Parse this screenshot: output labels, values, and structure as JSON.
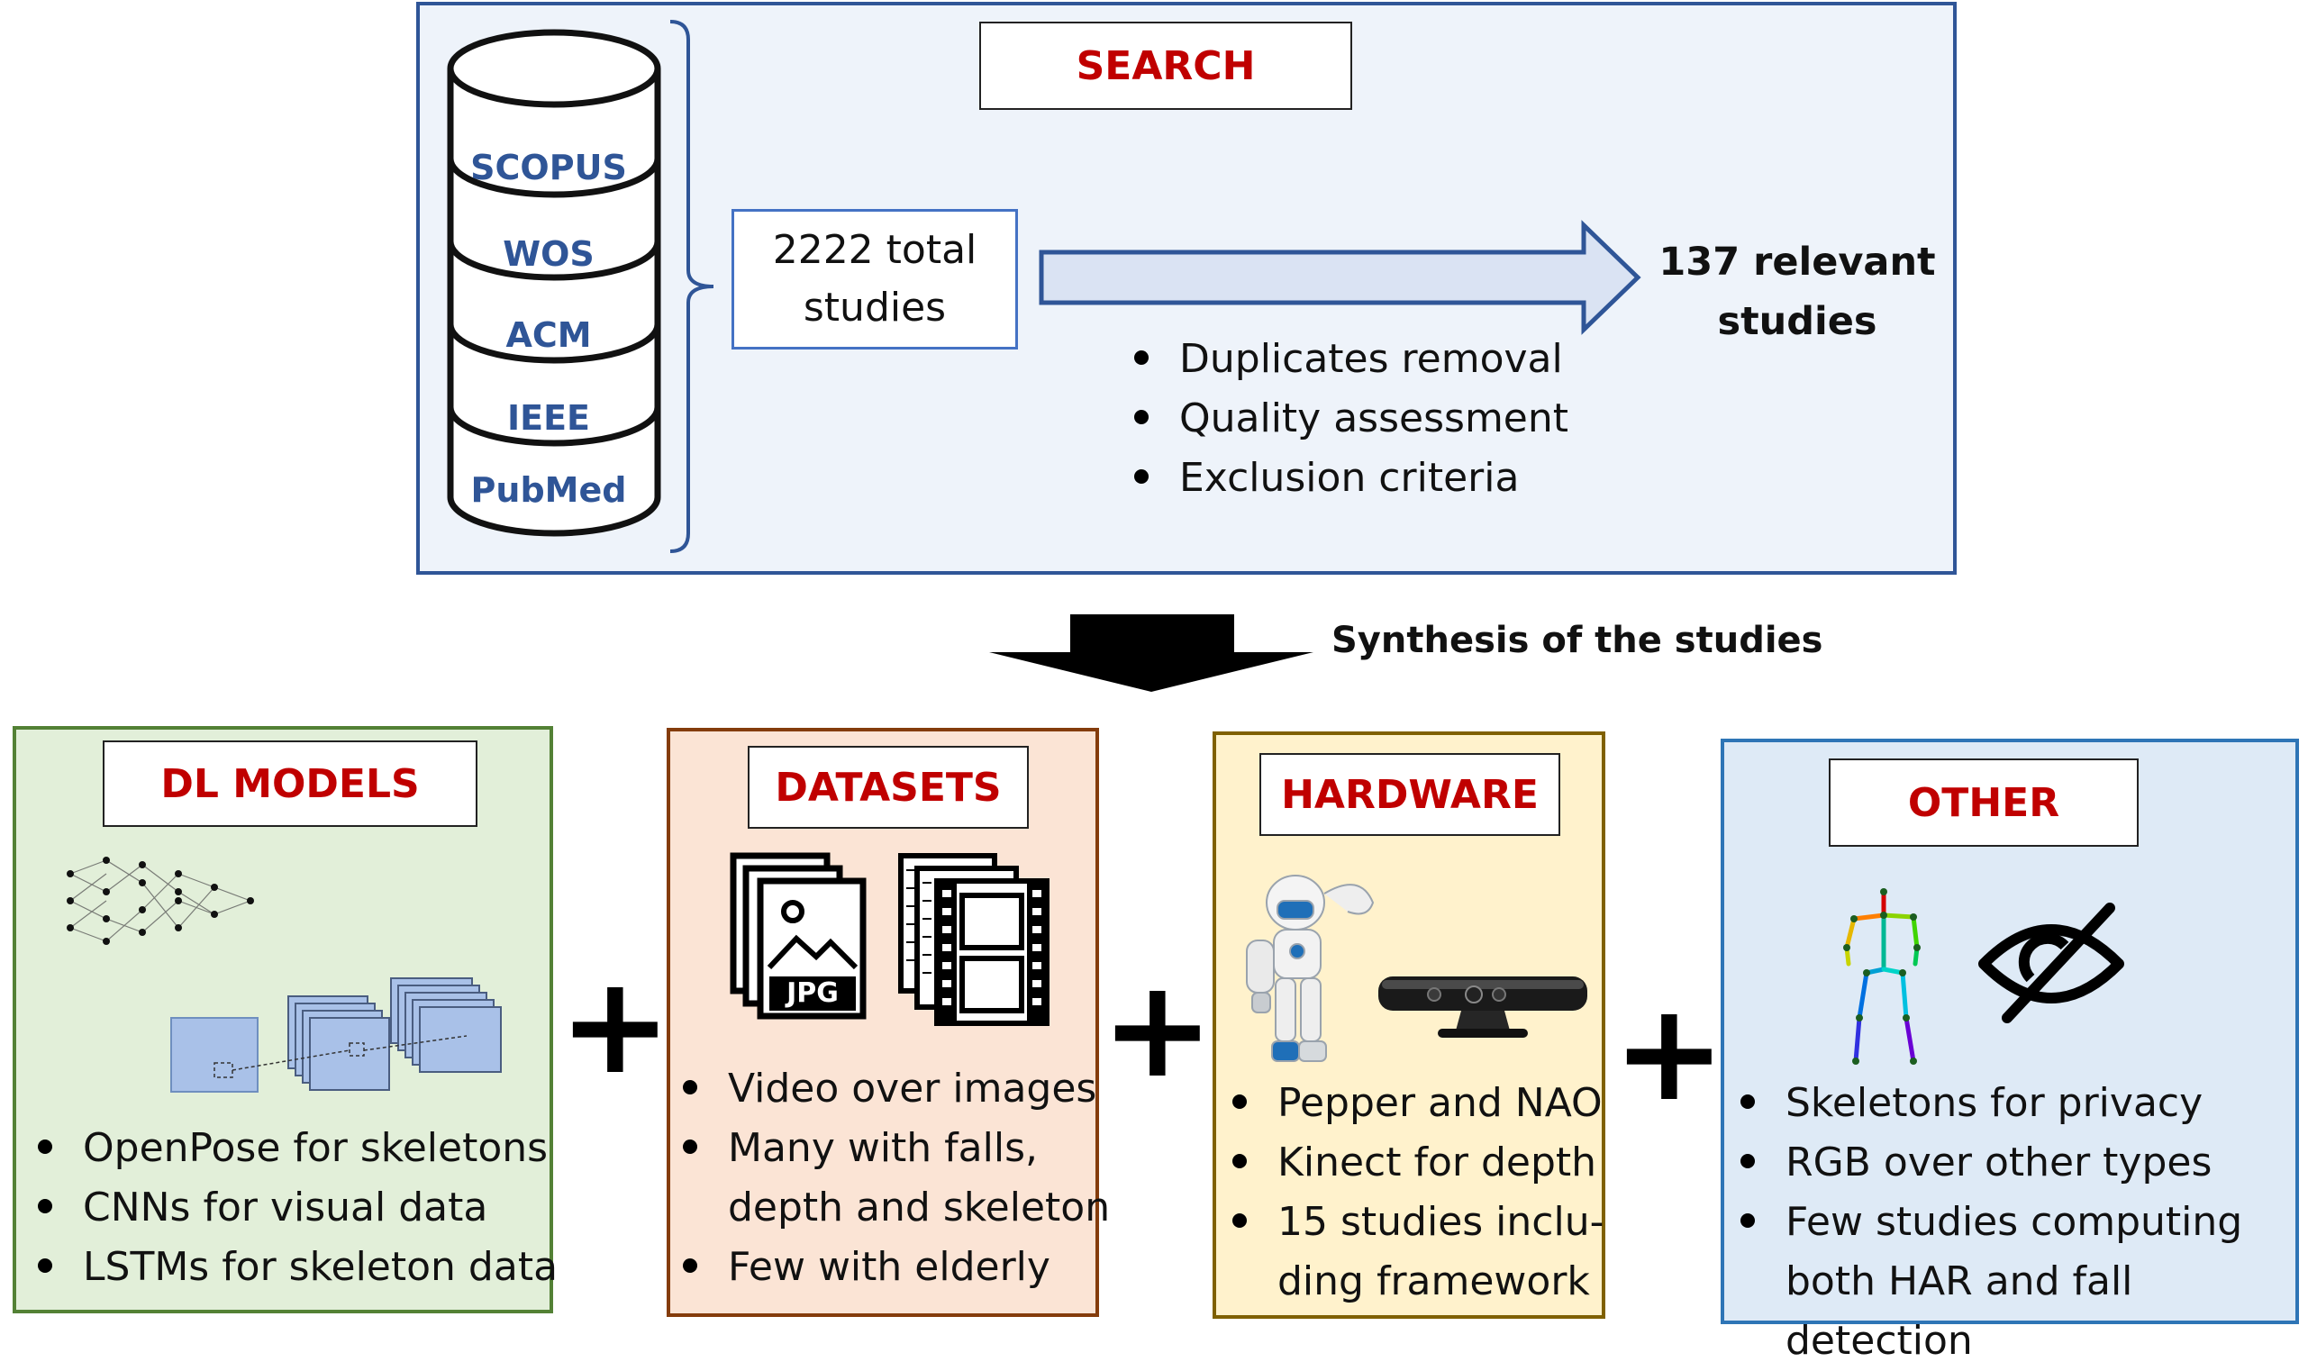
{
  "search": {
    "title": "SEARCH",
    "databases": [
      "SCOPUS",
      "WOS",
      "ACM",
      "IEEE",
      "PubMed"
    ],
    "total_line1": "2222 total",
    "total_line2": "studies",
    "result_line1": "137 relevant",
    "result_line2": "studies",
    "steps": [
      "Duplicates removal",
      "Quality assessment",
      "Exclusion criteria"
    ]
  },
  "synthesis_label": "Synthesis of the studies",
  "categories": [
    {
      "title": "DL MODELS",
      "bullets": [
        "OpenPose for skeletons",
        "CNNs for visual data",
        "LSTMs for skeleton data"
      ]
    },
    {
      "title": "DATASETS",
      "image_label": "JPG",
      "bullets": [
        "Video over images",
        "Many with falls,",
        "Few with elderly"
      ],
      "bullet_continuation": "depth and skeleton"
    },
    {
      "title": "HARDWARE",
      "bullets": [
        "Pepper and NAO",
        "Kinect for depth",
        "15 studies inclu-"
      ],
      "bullet_continuation": "ding framework"
    },
    {
      "title": "OTHER",
      "bullets": [
        "Skeletons for privacy",
        "RGB over other types",
        "Few studies computing"
      ],
      "bullet_continuation": "both HAR and fall detection"
    }
  ],
  "plus_symbol": "+",
  "colors": {
    "title_red": "#c00000",
    "db_blue": "#2f5597",
    "search_border": "#2f5597",
    "search_bg": "#eef3fa",
    "dl_bg": "#e2efd9",
    "datasets_bg": "#fbe4d5",
    "hardware_bg": "#fff2cc",
    "other_bg": "#deeaf6"
  }
}
